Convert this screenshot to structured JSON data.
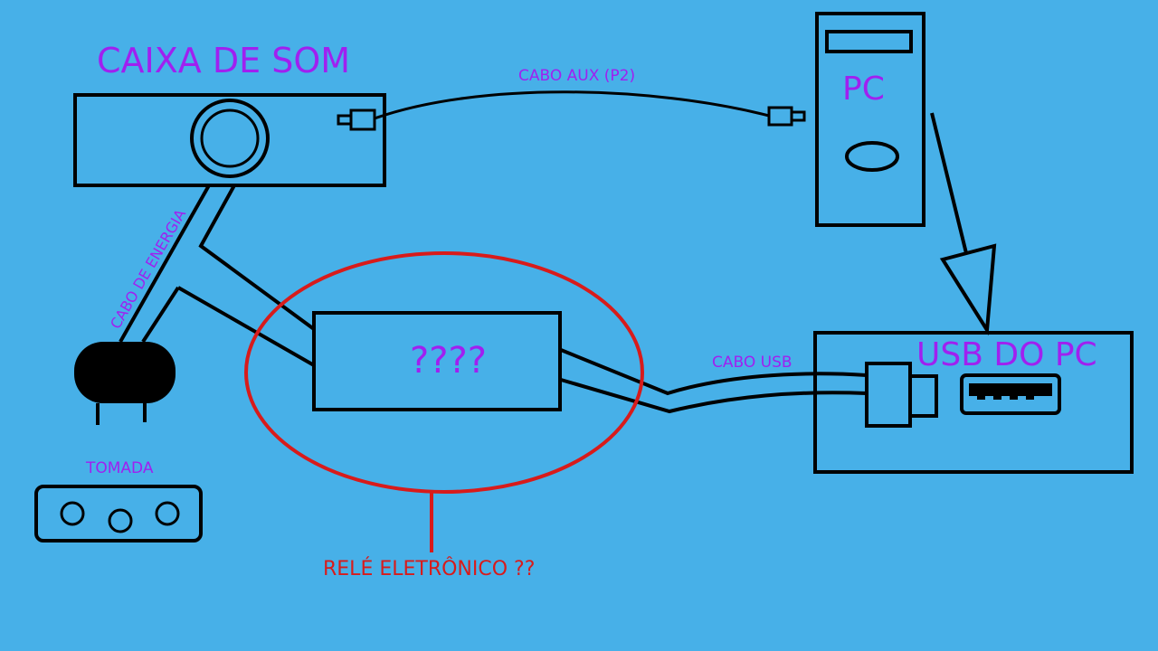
{
  "colors": {
    "background": "#47B0E8",
    "label_purple": "#A020F0",
    "annotation_red": "#D81B1B",
    "outline": "#000000"
  },
  "labels": {
    "speaker_title": "CAIXA DE SOM",
    "aux_cable": "CABO AUX (P2)",
    "pc_title": "PC",
    "power_cable": "CABO DE ENERGIA",
    "unknown_box": "????",
    "usb_cable": "CABO USB",
    "usb_pc": "USB DO PC",
    "outlet": "TOMADA",
    "relay_question": "RELÉ ELETRÔNICO ??"
  },
  "icons": {
    "speaker": "speaker-icon",
    "computer": "pc-tower-icon",
    "plug": "power-plug-icon",
    "outlet": "power-outlet-icon",
    "usb_port": "usb-port-icon",
    "usb_plug": "usb-plug-icon",
    "arrow": "arrow-down-icon"
  }
}
